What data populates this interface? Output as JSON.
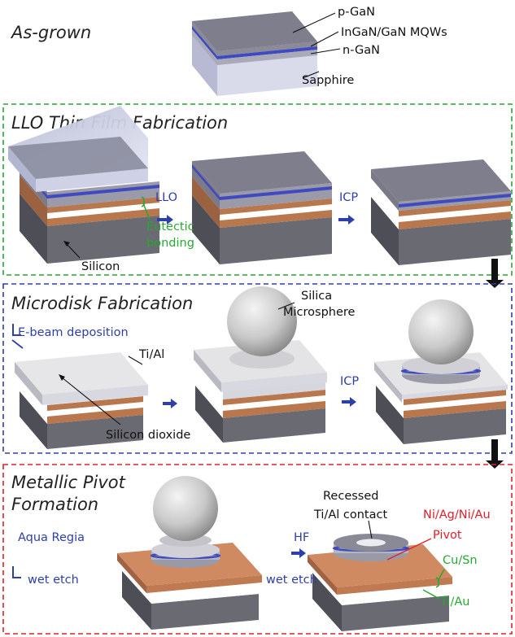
{
  "sections": {
    "as_grown": {
      "title": "As-grown",
      "labels": {
        "p_gan": "p-GaN",
        "ingan": "InGaN/GaN MQWs",
        "n_gan": "n-GaN",
        "sapphire": "Sapphire"
      }
    },
    "llo": {
      "title": "LLO Thin Film Fabrication",
      "labels": {
        "llo": "LLO",
        "icp": "ICP",
        "eutectic_1": "Eutectic",
        "eutectic_2": "bonding",
        "silicon": "Silicon"
      }
    },
    "microdisk": {
      "title": "Microdisk Fabrication",
      "labels": {
        "ebeam": "E-beam deposition",
        "tial": "Ti/Al",
        "silica_1": "Silica",
        "silica_2": "Microsphere",
        "icp": "ICP",
        "sio2": "Silicon dioxide"
      }
    },
    "pivot": {
      "title_1": "Metallic Pivot",
      "title_2": "Formation",
      "labels": {
        "aqua": "Aqua Regia",
        "wet_1": "wet etch",
        "hf": "HF",
        "wet_2": "wet etch",
        "recessed_1": "Recessed",
        "recessed_2": "Ti/Al contact",
        "niag": "Ni/Ag/Ni/Au",
        "pivot": "Pivot",
        "cusn": "Cu/Sn",
        "tiau": "Ti/Au"
      }
    }
  },
  "colors": {
    "green_box": "#2aa436",
    "blue_box": "#2e3fa8",
    "red_box": "#e0202a",
    "label_blue": "#2e3fa8",
    "label_green": "#27a832",
    "label_red": "#e0202a",
    "gan": "#8e8e9c",
    "mqw": "#4a55c4",
    "copper": "#c98258",
    "silicon": "#626268"
  }
}
